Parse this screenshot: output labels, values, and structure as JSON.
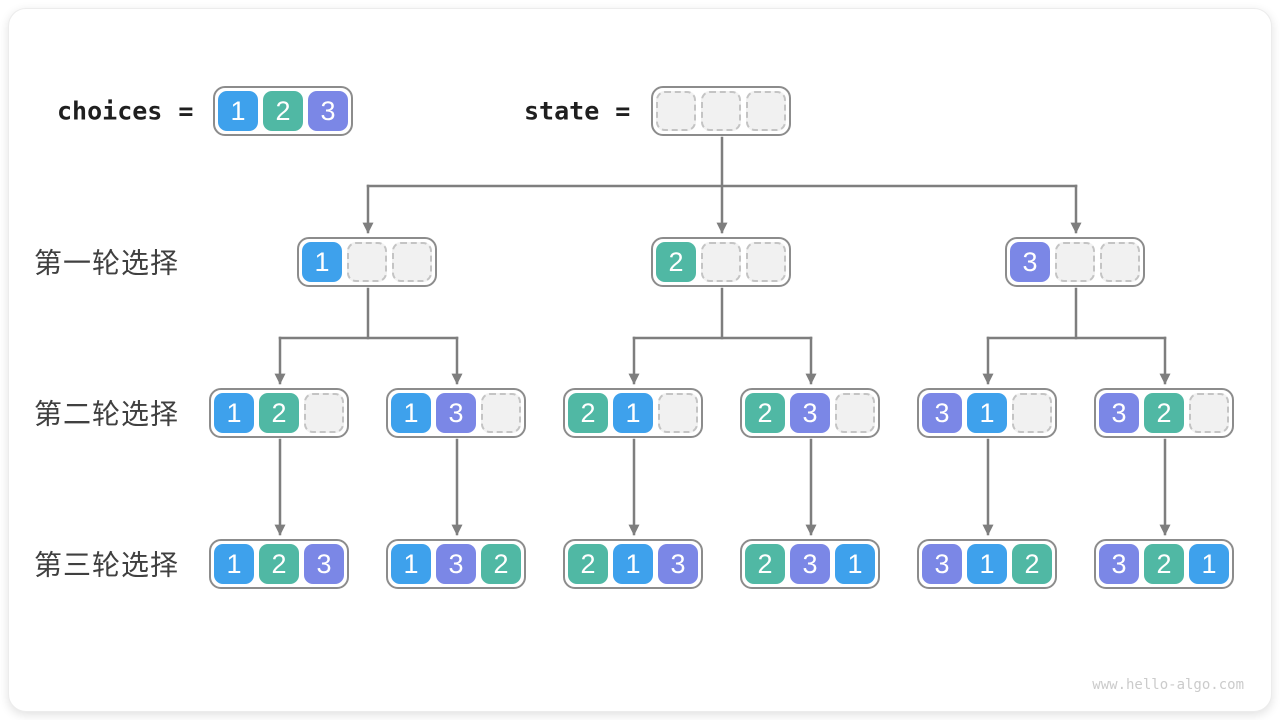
{
  "palette": {
    "value1": "#3EA1EC",
    "value2": "#50B8A4",
    "value3": "#7B87E6",
    "empty_fill": "#F1F1F1",
    "empty_border": "#C4C4C4",
    "node_border": "#8C8C8C",
    "arrow": "#7E7E7E",
    "label_text": "#404040",
    "header_text": "#1F1F1F",
    "watermark_text": "#CBCBCB"
  },
  "header": {
    "choices_label": "choices",
    "choices_equals": "=",
    "choices_cells": [
      "1",
      "2",
      "3"
    ],
    "state_label": "state",
    "state_equals": "=",
    "state_cells": [
      "",
      "",
      ""
    ]
  },
  "row_labels": [
    "第一轮选择",
    "第二轮选择",
    "第三轮选择"
  ],
  "tree": {
    "level1": [
      [
        "1",
        "",
        ""
      ],
      [
        "2",
        "",
        ""
      ],
      [
        "3",
        "",
        ""
      ]
    ],
    "level2": [
      [
        "1",
        "2",
        ""
      ],
      [
        "1",
        "3",
        ""
      ],
      [
        "2",
        "1",
        ""
      ],
      [
        "2",
        "3",
        ""
      ],
      [
        "3",
        "1",
        ""
      ],
      [
        "3",
        "2",
        ""
      ]
    ],
    "level3": [
      [
        "1",
        "2",
        "3"
      ],
      [
        "1",
        "3",
        "2"
      ],
      [
        "2",
        "1",
        "3"
      ],
      [
        "2",
        "3",
        "1"
      ],
      [
        "3",
        "1",
        "2"
      ],
      [
        "3",
        "2",
        "1"
      ]
    ]
  },
  "watermark": "www.hello-algo.com"
}
